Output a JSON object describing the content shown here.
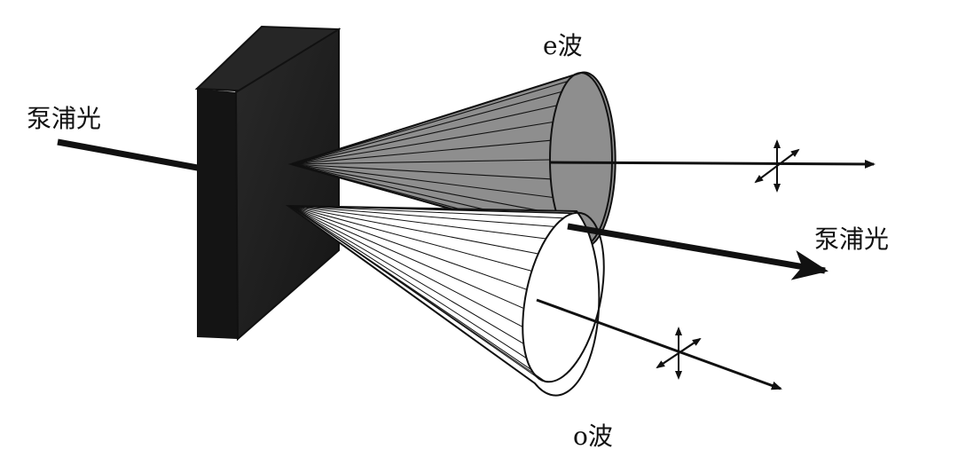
{
  "labels": {
    "pump_in": "泵浦光",
    "e_wave": "e波",
    "pump_out": "泵浦光",
    "o_wave": "o波"
  },
  "colors": {
    "crystal_front": "#1b1b1b",
    "crystal_top": "#2b2b2b",
    "crystal_side": "#3a3a3a",
    "e_cone_fill": "#8e8e8e",
    "o_cone_fill": "#ffffff",
    "line": "#111111"
  },
  "icons": {
    "polarization_e": "polarization-cross-icon",
    "polarization_o": "polarization-cross-icon"
  }
}
